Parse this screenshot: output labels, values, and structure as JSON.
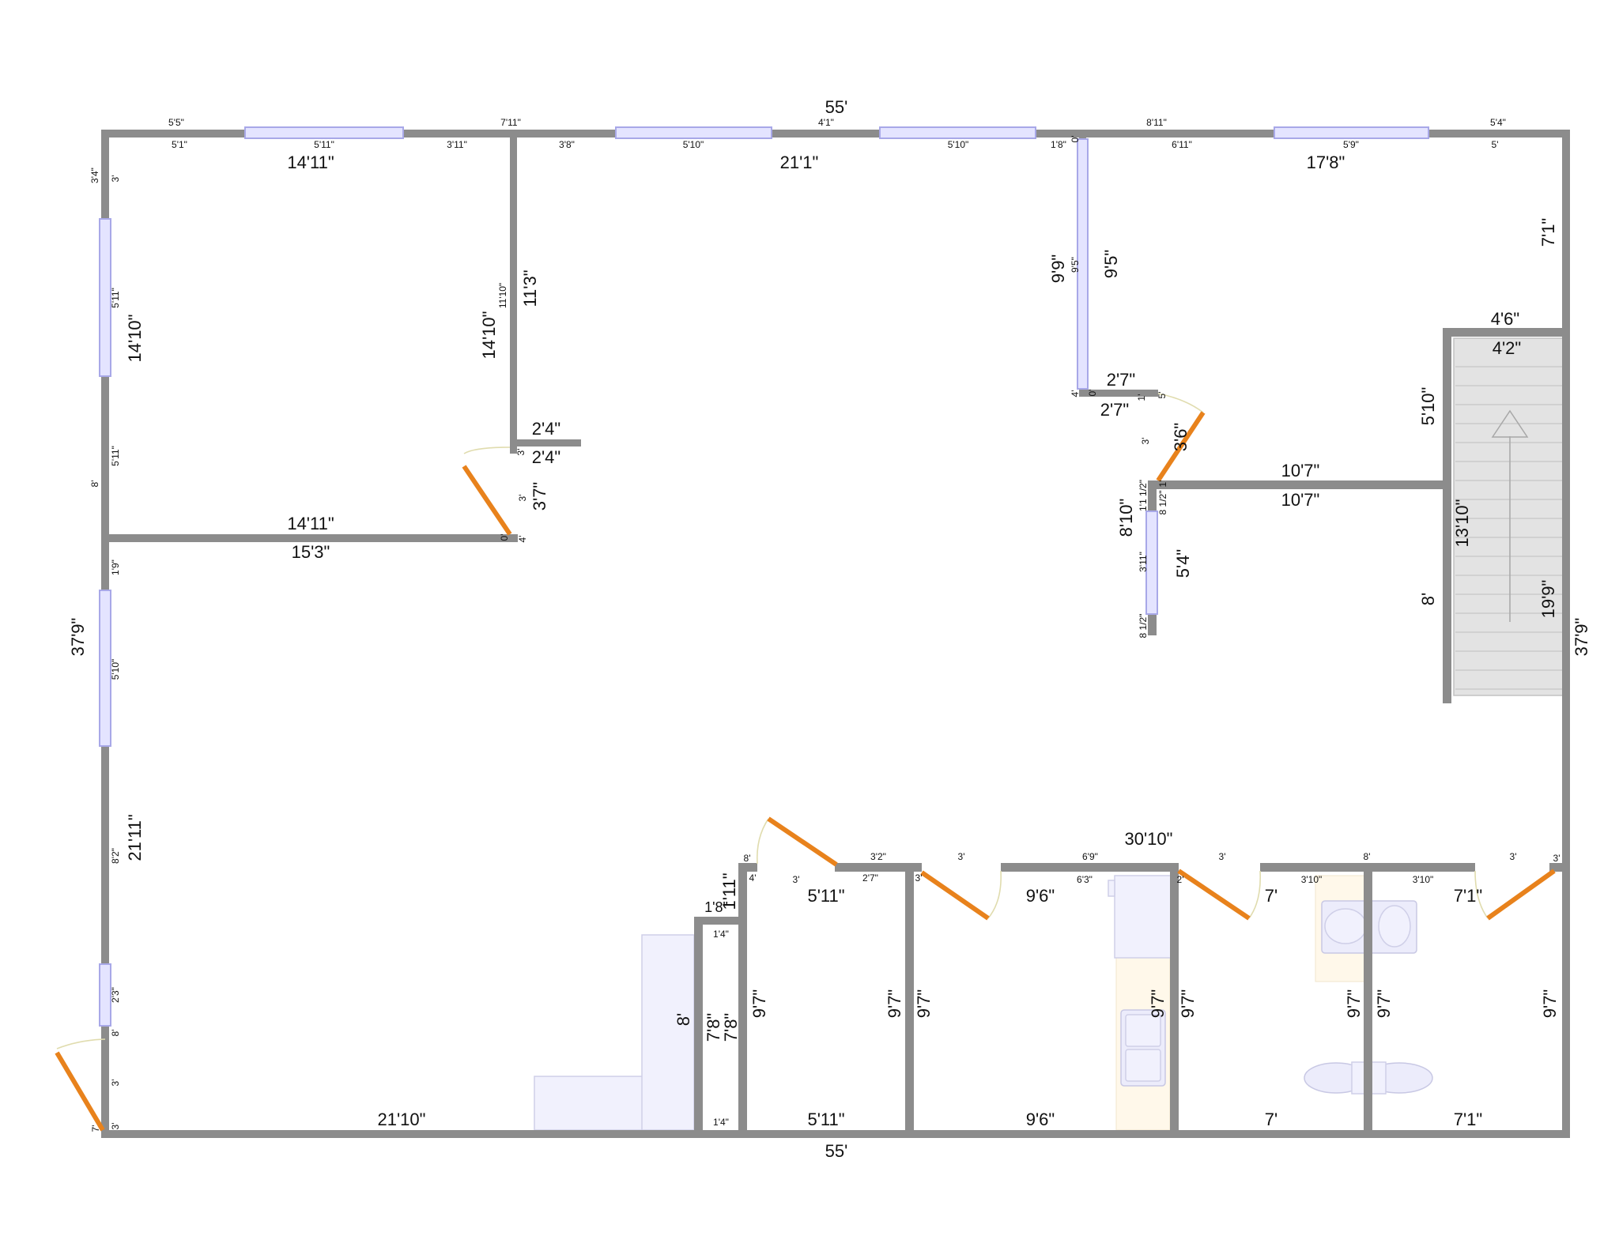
{
  "colors": {
    "wall": "#8c8c8c",
    "window": "#e4e4ff",
    "door": "#e8821c",
    "door_swing": "#e0dcae",
    "fixture": "#ececfb",
    "counter": "#fff8ea",
    "stairs": "#e3e3e3"
  },
  "icons": {
    "door": "door-swing-icon",
    "window": "window-icon",
    "stairs": "stairs-icon",
    "sink": "sink-icon",
    "toilet": "toilet-icon"
  },
  "labels": {
    "top_total": "55'",
    "bottom_total": "55'",
    "left_total": "37'9\"",
    "right_total": "37'9\"",
    "top_row_outer": [
      "5'5\"",
      "7'11\"",
      "4'1\"",
      "8'11\"",
      "5'4\""
    ],
    "top_row_inner": [
      "5'1\"",
      "5'11\"",
      "3'11\"",
      "3'8\"",
      "5'10\"",
      "5'10\"",
      "1'8\"",
      "6'11\"",
      "5'9\"",
      "5'"
    ],
    "top_room_widths": [
      "14'11\"",
      "21'1\"",
      "17'8\""
    ],
    "top_right_7_1": "7'1\"",
    "stair_top_outer": "4'6\"",
    "stair_top_inner": "4'2\"",
    "stair_5_10": "5'10\"",
    "stair_13_10": "13'10\"",
    "stair_8": "8'",
    "stair_19_9": "19'9\"",
    "left_wall_small": [
      "3'4\"",
      "3'",
      "5'11\"",
      "5'11\"",
      "8'",
      "1'9\"",
      "5'10\"",
      "8'2\"",
      "2'3\"",
      "8'",
      "3'",
      "3'",
      "7'"
    ],
    "left_room_14_10": "14'10\"",
    "left_21_11": "21'11\"",
    "wall1_14_10": "14'10\"",
    "wall1_11_10": "11'10\"",
    "wall1_11_3": "11'3\"",
    "stub_2_4_top": "2'4\"",
    "stub_2_4_bottom": "2'4\"",
    "stub_small": [
      "3'",
      "3'",
      "0'",
      "4'"
    ],
    "door1_3_7": "3'7\"",
    "room1_bottom_14_11": "14'11\"",
    "room1_bottom_15_3": "15'3\"",
    "right_wall_9_9": "9'9\"",
    "right_wall_9_5_small": "9'5\"",
    "right_wall_9_5": "9'5\"",
    "right_wall_0": "0'",
    "right_stub_2_7_top": "2'7\"",
    "right_stub_2_7_bottom": "2'7\"",
    "right_stub_small": [
      "0'",
      "4'",
      "1'",
      "5'"
    ],
    "door2_3_6": "3'6\"",
    "door2_small": "3'",
    "partition_10_7_top": "10'7\"",
    "partition_10_7_bottom": "10'7\"",
    "partition_8_10": "8'10\"",
    "partition_small": [
      "1'1 1/2\"",
      "1'",
      "8 1/2\"",
      "3'11\"",
      "8 1/2\""
    ],
    "partition_5_4": "5'4\"",
    "bottom_30_10": "30'10\"",
    "bottom_row_small": [
      "8'",
      "4'",
      "3'",
      "3'2\"",
      "2'7\"",
      "3'",
      "3'",
      "6'9\"",
      "6'3\"",
      "2'",
      "3'",
      "3'10\"",
      "8'",
      "3'10\"",
      "3'",
      "3'"
    ],
    "room_widths_top": [
      "5'11\"",
      "9'6\"",
      "7'",
      "7'1\""
    ],
    "room_widths_bottom": [
      "5'11\"",
      "9'6\"",
      "7'",
      "7'1\""
    ],
    "room_heights": [
      "9'7\"",
      "9'7\"",
      "9'7\"",
      "9'7\"",
      "9'7\"",
      "9'7\"",
      "9'7\"",
      "9'7\""
    ],
    "closet_1_11": "1'11\"",
    "closet_1_8": "1'8\"",
    "closet_1_4_top": "1'4\"",
    "closet_1_4_bottom": "1'4\"",
    "closet_7_8_a": "7'8\"",
    "closet_7_8_b": "7'8\"",
    "closet_8": "8'",
    "bottom_left_21_10": "21'10\""
  }
}
